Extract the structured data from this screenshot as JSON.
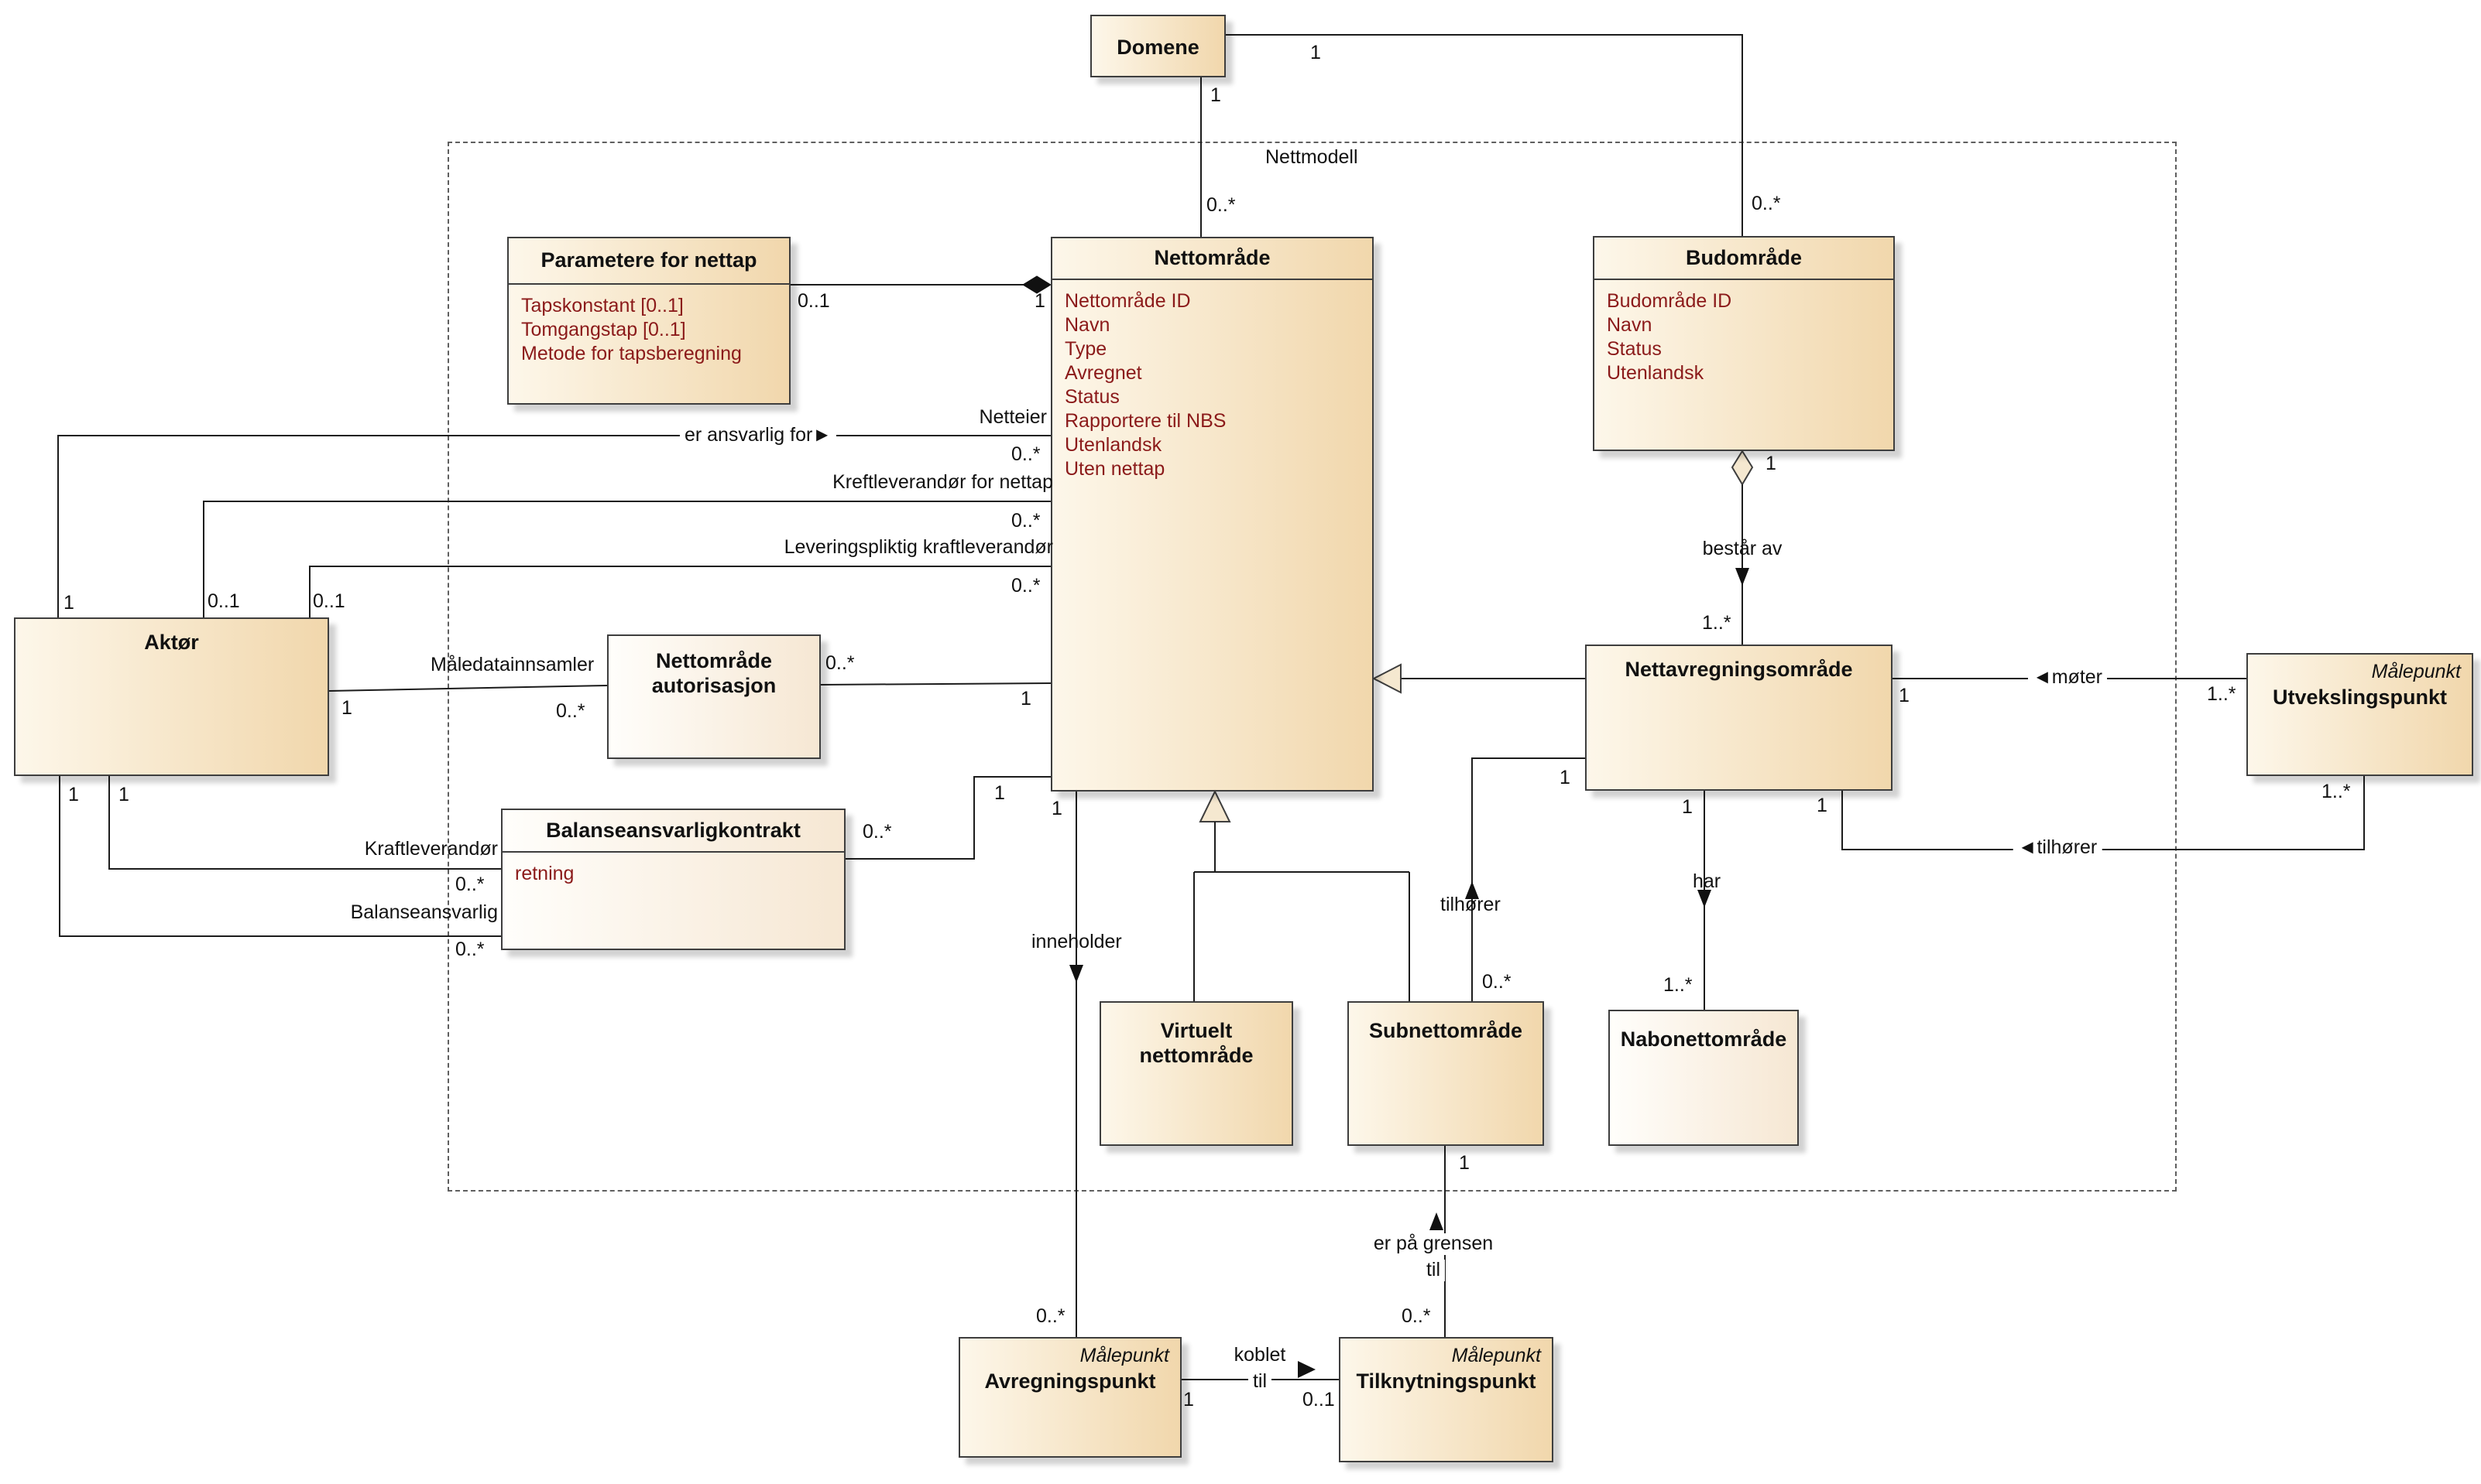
{
  "frame": {
    "label": "Nettmodell"
  },
  "colors": {
    "box_fill_left": "#fdf7ea",
    "box_fill_right": "#f1d7ac",
    "box_fill_light_left": "#fffefb",
    "box_fill_light_right": "#f6e7d3",
    "attribute_text": "#8b1a1a",
    "line": "#1c1c1c"
  },
  "classes": {
    "domene": {
      "name": "Domene"
    },
    "parametere_for_nettap": {
      "name": "Parametere for nettap",
      "attributes": [
        "Tapskonstant [0..1]",
        "Tomgangstap [0..1]",
        "Metode for tapsberegning"
      ]
    },
    "nettomrade": {
      "name": "Nettområde",
      "attributes": [
        "Nettområde ID",
        "Navn",
        "Type",
        "Avregnet",
        "Status",
        "Rapportere til NBS",
        "Utenlandsk",
        "Uten nettap"
      ]
    },
    "budomrade": {
      "name": "Budområde",
      "attributes": [
        "Budområde ID",
        "Navn",
        "Status",
        "Utenlandsk"
      ]
    },
    "aktor": {
      "name": "Aktør"
    },
    "nettomrade_autorisasjon": {
      "name": "Nettområde autorisasjon"
    },
    "balanseansvarligkontrakt": {
      "name": "Balanseansvarligkontrakt",
      "attributes": [
        "retning"
      ]
    },
    "nettavregningsomrade": {
      "name": "Nettavregningsområde"
    },
    "utvekslingspunkt": {
      "stereotype": "Målepunkt",
      "name": "Utvekslingspunkt"
    },
    "virtuelt_nettomrade": {
      "name": "Virtuelt nettområde"
    },
    "subnettomrade": {
      "name": "Subnettområde"
    },
    "nabonettomrade": {
      "name": "Nabonettområde"
    },
    "avregningspunkt": {
      "stereotype": "Målepunkt",
      "name": "Avregningspunkt"
    },
    "tilknytningspunkt": {
      "stereotype": "Målepunkt",
      "name": "Tilknytningspunkt"
    }
  },
  "associations": {
    "domene_nettomrade": {
      "mult_domene": "1",
      "mult_nettomrade": "0..*"
    },
    "domene_budomrade": {
      "mult_domene": "1",
      "mult_budomrade": "0..*"
    },
    "parametere_nettomrade": {
      "mult_parametere": "0..1",
      "mult_nettomrade": "1"
    },
    "er_ansvarlig_for": {
      "name": "er ansvarlig for►",
      "role": "Netteier",
      "mult_aktor": "1",
      "mult_nettomrade": "0..*"
    },
    "kraftleverandor_for_nettap": {
      "role": "Kreftleverandør for nettap",
      "mult_aktor": "0..1",
      "mult_nettomrade": "0..*"
    },
    "leveringspliktig_kraftleverandor": {
      "role": "Leveringspliktig kraftleverandør",
      "mult_aktor": "0..1",
      "mult_nettomrade": "0..*"
    },
    "maledatainnsamler": {
      "role": "Måledatainnsamler",
      "mult_aktor": "1",
      "mult_autorisasjon": "0..*",
      "mult_autorisasjon_hoyre": "0..*",
      "mult_nettomrade": "1"
    },
    "kraftleverandor": {
      "role": "Kraftleverandør",
      "mult_aktor": "1",
      "mult_kontrakt": "0..*"
    },
    "balanseansvarlig": {
      "role": "Balanseansvarlig",
      "mult_aktor": "1",
      "mult_kontrakt": "0..*"
    },
    "kontrakt_nettomrade": {
      "mult_kontrakt": "0..*",
      "mult_nettomrade": "1"
    },
    "bestar_av": {
      "name": "består av",
      "mult_budomrade": "1",
      "mult_nettavregning": "1..*"
    },
    "moter": {
      "name": "◄møter",
      "mult_nettavregning": "1",
      "mult_utveksling": "1..*"
    },
    "tilhorer_utveksling": {
      "name": "◄tilhører",
      "mult_nettavregning": "1",
      "mult_utveksling": "1..*"
    },
    "har": {
      "name": "har",
      "mult_nettavregning": "1",
      "mult_nabonett": "1..*"
    },
    "tilhorer_subnett": {
      "name": "tilhører",
      "mult_nettavregning": "1",
      "mult_subnett": "0..*"
    },
    "inneholder": {
      "name": "inneholder",
      "mult_nettomrade": "1",
      "mult_avregningspunkt": "0..*"
    },
    "er_pa_grensen_til": {
      "name_line1": "er på grensen",
      "name_line2": "til",
      "mult_subnett": "1",
      "mult_tilknytning": "0..*"
    },
    "koblet_til": {
      "name_line1": "koblet",
      "name_line2": "til",
      "mult_avregningspunkt": "1",
      "mult_tilknytning": "0..1"
    }
  }
}
